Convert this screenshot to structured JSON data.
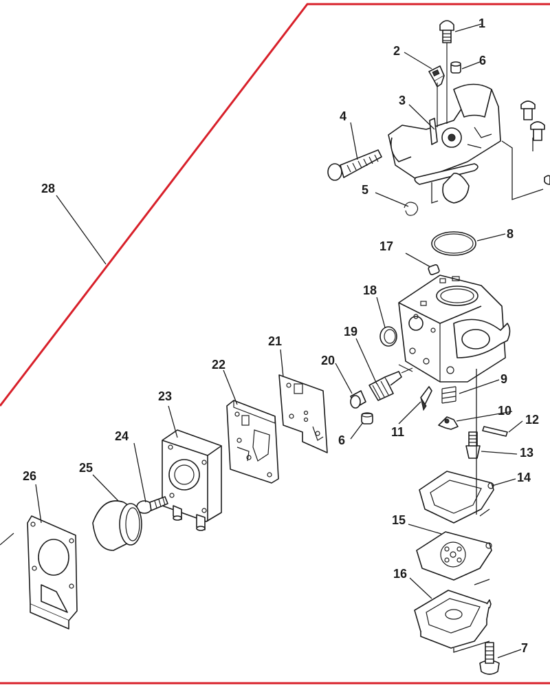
{
  "colors": {
    "boundary": "#d8202a",
    "ink": "#1a1a1a",
    "background": "#ffffff"
  },
  "callouts": [
    "1",
    "2",
    "3",
    "4",
    "5",
    "6",
    "6",
    "7",
    "8",
    "9",
    "10",
    "11",
    "12",
    "13",
    "14",
    "15",
    "16",
    "17",
    "18",
    "19",
    "20",
    "21",
    "22",
    "23",
    "24",
    "25",
    "26",
    "28"
  ]
}
